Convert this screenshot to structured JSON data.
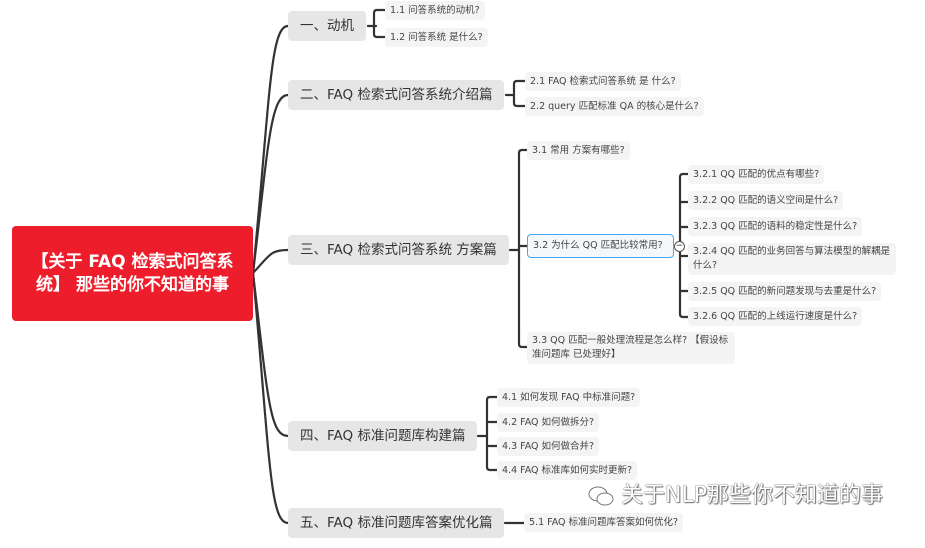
{
  "root": {
    "title": "【关于 FAQ 检索式问答系统】 那些的你不知道的事"
  },
  "sections": [
    {
      "label": "一、动机",
      "children": [
        "1.1 问答系统的动机?",
        "1.2 问答系统 是什么?"
      ]
    },
    {
      "label": "二、FAQ 检索式问答系统介绍篇",
      "children": [
        "2.1 FAQ 检索式问答系统 是 什么?",
        "2.2 query 匹配标准 QA 的核心是什么?"
      ]
    },
    {
      "label": "三、FAQ 检索式问答系统 方案篇",
      "children": [
        "3.1 常用 方案有哪些?",
        "3.2 为什么 QQ 匹配比较常用?",
        "3.3  QQ 匹配一般处理流程是怎么样? 【假设标准问题库 已处理好】"
      ],
      "sub": [
        "3.2.1 QQ 匹配的优点有哪些?",
        "3.2.2 QQ 匹配的语义空间是什么?",
        "3.2.3 QQ 匹配的语料的稳定性是什么?",
        "3.2.4 QQ 匹配的业务回答与算法模型的解耦是什么?",
        "3.2.5 QQ 匹配的新问题发现与去重是什么?",
        "3.2.6 QQ 匹配的上线运行速度是什么?"
      ],
      "collapse": "−"
    },
    {
      "label": "四、FAQ 标准问题库构建篇",
      "children": [
        "4.1 如何发现 FAQ 中标准问题?",
        "4.2 FAQ 如何做拆分?",
        "4.3 FAQ 如何做合并?",
        "4.4 FAQ 标准库如何实时更新?"
      ]
    },
    {
      "label": "五、FAQ 标准问题库答案优化篇",
      "children": [
        "5.1 FAQ 标准问题库答案如何优化?"
      ]
    }
  ],
  "watermark": "关于NLP那些你不知道的事",
  "colors": {
    "root": "#ee1d2c",
    "selected": "#3fa9f5",
    "line": "#333333"
  }
}
